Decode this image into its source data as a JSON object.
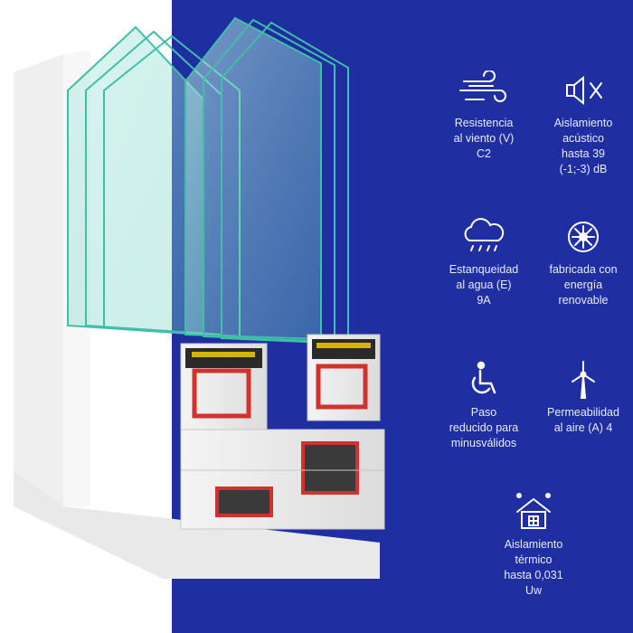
{
  "features": [
    {
      "label": "Resistencia\nal viento (V)\nC2",
      "icon": "wind-icon"
    },
    {
      "label": "Aislamiento\nacústico\nhasta 39\n(-1;-3) dB",
      "icon": "speaker-mute-icon"
    },
    {
      "label": "Estanqueidad\nal agua (E)\n9A",
      "icon": "rain-cloud-icon"
    },
    {
      "label": "fabricada con\nenergía\nrenovable",
      "icon": "renewable-energy-icon"
    },
    {
      "label": "Paso\nreducido para\nminusválidos",
      "icon": "wheelchair-icon"
    },
    {
      "label": "Permeabilidad\nal aire (A) 4",
      "icon": "wind-turbine-icon"
    },
    {
      "label": "Aislamiento\ntérmico\nhasta 0,031\nUw",
      "icon": "thermal-house-icon"
    }
  ],
  "colors": {
    "panel": "#1f2ea0",
    "glass": "#7fd6c8",
    "gasket": "#d2322d"
  }
}
